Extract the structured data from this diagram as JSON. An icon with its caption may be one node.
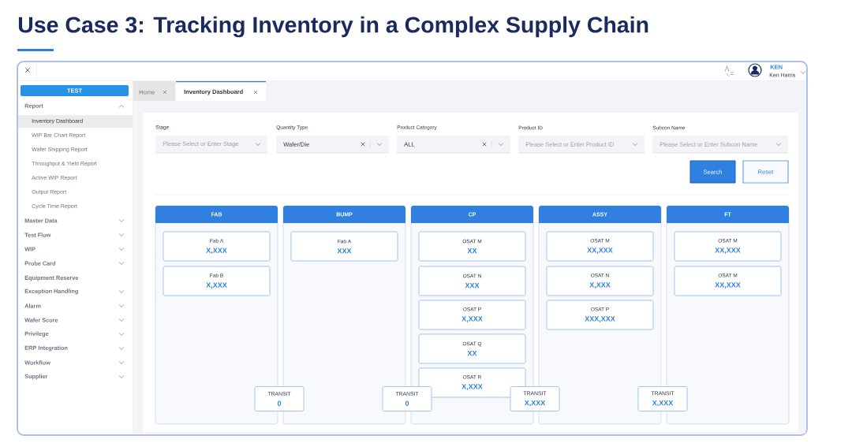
{
  "diagram": {
    "title": "Use Case 3: Tracking Inventory in a Complex Supply Chain",
    "nodes": [
      {
        "text": [
          "FAB"
        ]
      },
      {
        "text": [
          "Fab A",
          "X,XXX"
        ],
        "in": 0
      },
      {
        "text": [
          "Fab B",
          "X,XXX"
        ],
        "in": 0
      },
      {
        "text": [
          "BUMP"
        ]
      },
      {
        "text": [
          "Fab A",
          "XXX"
        ],
        "in": 3
      },
      {
        "text": [
          "CP"
        ]
      },
      {
        "text": [
          "OSAT M",
          "XX"
        ],
        "in": 5
      },
      {
        "text": [
          "OSAT N",
          "XXX"
        ],
        "in": 5
      },
      {
        "text": [
          "OSAT P",
          "X,XXX"
        ],
        "in": 5
      },
      {
        "text": [
          "OSAT Q",
          "XX"
        ],
        "in": 5
      },
      {
        "text": [
          "OSAT R",
          "X,XXX"
        ],
        "in": 5
      },
      {
        "text": [
          "ASSY"
        ]
      },
      {
        "text": [
          "OSAT M",
          "XX,XXX"
        ],
        "in": 11
      },
      {
        "text": [
          "OSAT N",
          "X,XXX"
        ],
        "in": 11
      },
      {
        "text": [
          "OSAT P",
          "XXX,XXX"
        ],
        "in": 11
      },
      {
        "text": [
          "FT"
        ]
      },
      {
        "text": [
          "OSAT M",
          "XX,XXX"
        ],
        "in": 15
      },
      {
        "text": [
          "OSAT M",
          "XX,XXX"
        ],
        "in": 15
      },
      {
        "text": [
          "TRANSIT",
          "0"
        ]
      },
      {
        "text": [
          "TRANSIT",
          "0"
        ]
      },
      {
        "text": [
          "TRANSIT",
          "X,XXX"
        ]
      },
      {
        "text": [
          "TRANSIT",
          "X,XXX"
        ]
      }
    ],
    "labels": [
      "KEN",
      "Ken Harris",
      "TEST",
      "Report",
      "Inventory Dashboard",
      "WIP Bar Chart Report",
      "Wafer Shipping Report",
      "Throughput & Yield Report",
      "Active WIP Report",
      "Output Report",
      "Cycle Time Report",
      "Master Data",
      "Test Flow",
      "WIP",
      "Probe Card",
      "Equipment Reserve",
      "Exception Handling",
      "Alarm",
      "Wafer Score",
      "Privilege",
      "ERP Integration",
      "Workflow",
      "Supplier",
      "Home",
      "Inventory Dashboard",
      "Stage",
      "Quantity Type",
      "Product Category",
      "Product ID",
      "Subcon Name",
      "Please Select or Enter Stage",
      "Wafer/Die",
      "ALL",
      "Please Select or Enter Product ID",
      "Please Select or Enter Subcon Name",
      "Search",
      "Reset"
    ]
  }
}
